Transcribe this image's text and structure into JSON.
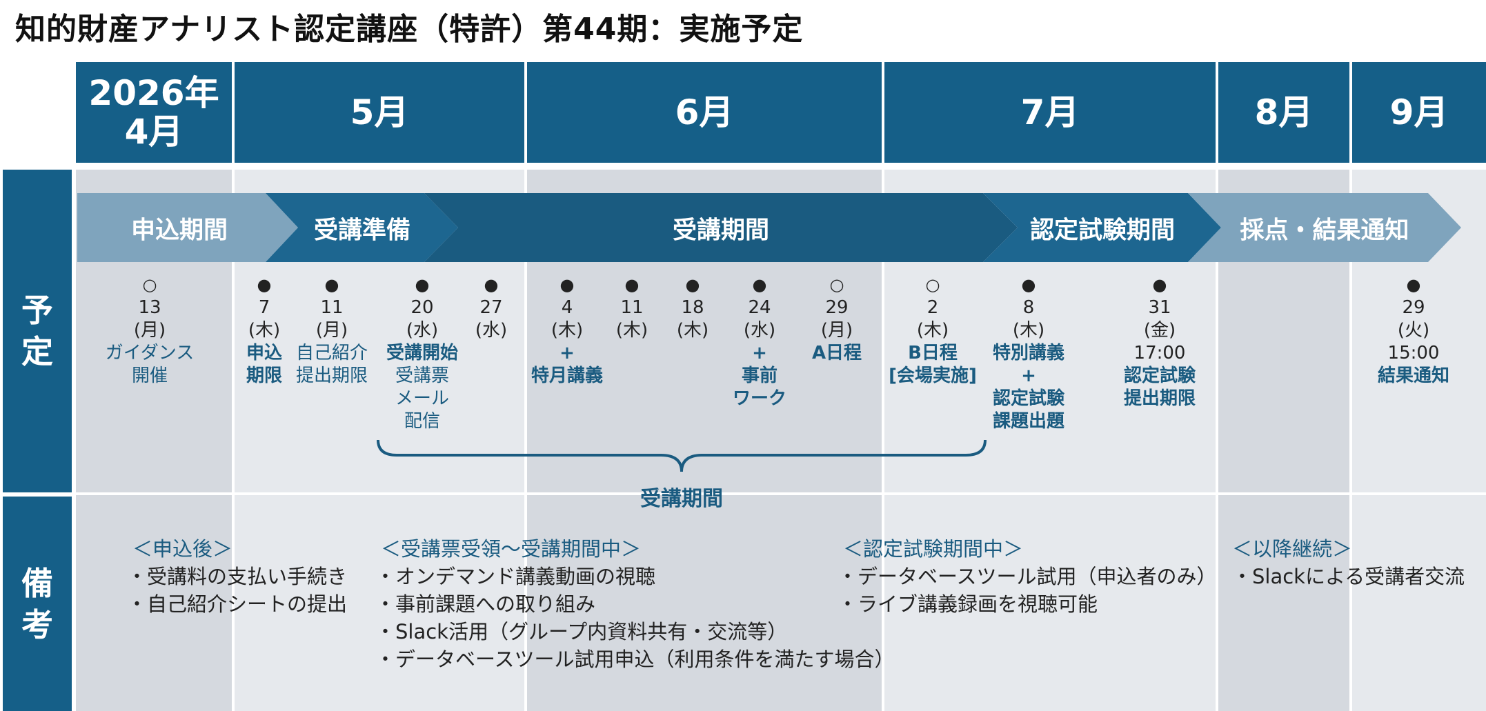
{
  "title": "知的財産アナリスト認定講座（特許）第44期：実施予定",
  "months": [
    {
      "label": "2026年\n4月"
    },
    {
      "label": "5月"
    },
    {
      "label": "6月"
    },
    {
      "label": "7月"
    },
    {
      "label": "8月"
    },
    {
      "label": "9月"
    }
  ],
  "rows": {
    "schedule": "予\n定",
    "remarks": "備\n考"
  },
  "phases": [
    "申込期間",
    "受講準備",
    "受講期間",
    "認定試験期間",
    "採点・結果通知"
  ],
  "events": [
    {
      "mark": "○",
      "date": "13",
      "dow": "(月)",
      "lines": [
        {
          "t": "ガイダンス",
          "s": "blue"
        },
        {
          "t": "開催",
          "s": "blue"
        }
      ]
    },
    {
      "mark": "●",
      "date": "7",
      "dow": "(木)",
      "lines": [
        {
          "t": "申込",
          "s": "bold"
        },
        {
          "t": "期限",
          "s": "bold"
        }
      ]
    },
    {
      "mark": "●",
      "date": "11",
      "dow": "(月)",
      "lines": [
        {
          "t": "自己紹介",
          "s": "blue"
        },
        {
          "t": "提出期限",
          "s": "blue"
        }
      ]
    },
    {
      "mark": "●",
      "date": "20",
      "dow": "(水)",
      "lines": [
        {
          "t": "受講開始",
          "s": "bold"
        },
        {
          "t": "受講票",
          "s": "blue"
        },
        {
          "t": "メール",
          "s": "blue"
        },
        {
          "t": "配信",
          "s": "blue"
        }
      ]
    },
    {
      "mark": "●",
      "date": "27",
      "dow": "(水)",
      "lines": []
    },
    {
      "mark": "●",
      "date": "4",
      "dow": "(木)",
      "lines": [
        {
          "t": "+",
          "s": "bold"
        },
        {
          "t": "特月講義",
          "s": "bold"
        }
      ]
    },
    {
      "mark": "●",
      "date": "11",
      "dow": "(木)",
      "lines": []
    },
    {
      "mark": "●",
      "date": "18",
      "dow": "(木)",
      "lines": []
    },
    {
      "mark": "●",
      "date": "24",
      "dow": "(水)",
      "lines": [
        {
          "t": "+",
          "s": "bold"
        },
        {
          "t": "事前",
          "s": "bold"
        },
        {
          "t": "ワーク",
          "s": "bold"
        }
      ]
    },
    {
      "mark": "○",
      "date": "29",
      "dow": "(月)",
      "lines": [
        {
          "t": "A日程",
          "s": "bold"
        }
      ]
    },
    {
      "mark": "○",
      "date": "2",
      "dow": "(木)",
      "lines": [
        {
          "t": "B日程",
          "s": "bold"
        },
        {
          "t": "[会場実施]",
          "s": "bold"
        }
      ]
    },
    {
      "mark": "●",
      "date": "8",
      "dow": "(木)",
      "lines": [
        {
          "t": "特別講義",
          "s": "bold"
        },
        {
          "t": "+",
          "s": "bold"
        },
        {
          "t": "認定試験",
          "s": "bold"
        },
        {
          "t": "課題出題",
          "s": "bold"
        }
      ]
    },
    {
      "mark": "●",
      "date": "31",
      "dow": "(金)",
      "lines": [
        {
          "t": "17:00",
          "s": "plain"
        },
        {
          "t": "認定試験",
          "s": "bold"
        },
        {
          "t": "提出期限",
          "s": "bold"
        }
      ]
    },
    {
      "mark": "●",
      "date": "29",
      "dow": "(火)",
      "lines": [
        {
          "t": "15:00",
          "s": "plain"
        },
        {
          "t": "結果通知",
          "s": "bold"
        }
      ]
    }
  ],
  "brace_label": "受講期間",
  "notes": [
    {
      "heading": "＜申込後＞",
      "items": [
        "・受講料の支払い手続き",
        "・自己紹介シートの提出"
      ]
    },
    {
      "heading": "＜受講票受領～受講期間中＞",
      "items": [
        "・オンデマンド講義動画の視聴",
        "・事前課題への取り組み",
        "・Slack活用（グループ内資料共有・交流等）",
        "・データベースツール試用申込（利用条件を満たす場合）"
      ]
    },
    {
      "heading": "＜認定試験期間中＞",
      "items": [
        "・データベースツール試用（申込者のみ）",
        "・ライブ講義録画を視聴可能"
      ]
    },
    {
      "heading": "＜以降継続＞",
      "items": [
        "・Slackによる受講者交流"
      ]
    }
  ],
  "colors": {
    "header": "#155f88",
    "arrow": "#1a5b80",
    "light_col": "#e6e9ed",
    "dark_col": "#d5d9df",
    "accent_text": "#1a5b80"
  }
}
